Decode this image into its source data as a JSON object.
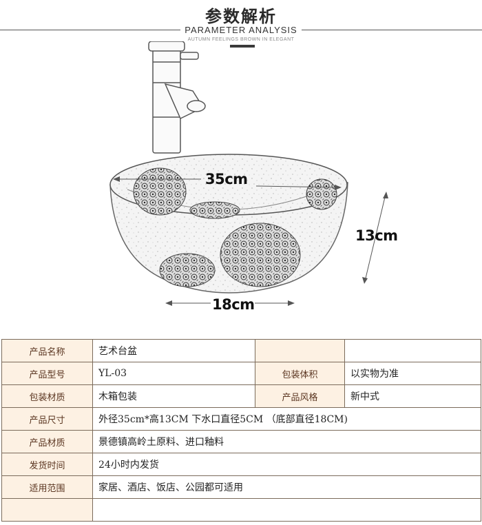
{
  "header": {
    "title": "参数解析",
    "subtitle": "PARAMETER ANALYSIS",
    "tagline": "AUTUMN FEELINGS BROWN IN ELEGANT"
  },
  "dimensions": {
    "diameter": "35cm",
    "height": "13cm",
    "base": "18cm"
  },
  "specs": {
    "name_label": "产品名称",
    "name_value": "艺术台盆",
    "model_label": "产品型号",
    "model_value": "YL-03",
    "pack_volume_label": "包装体积",
    "pack_volume_value": "以实物为准",
    "pack_material_label": "包装材质",
    "pack_material_value": "木箱包装",
    "style_label": "产品风格",
    "style_value": "新中式",
    "size_label": "产品尺寸",
    "size_value": "外径35cm*高13CM 下水口直径5CM （底部直径18CM)",
    "material_label": "产品材质",
    "material_value": "景德镇高岭土原料、进口釉料",
    "shipping_label": "发货时间",
    "shipping_value": "24小时内发货",
    "scope_label": "适用范围",
    "scope_value": "家居、酒店、饭店、公园都可适用"
  }
}
